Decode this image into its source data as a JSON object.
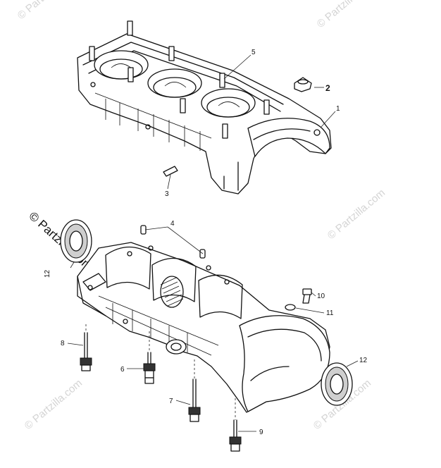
{
  "watermark": {
    "text": "© Partzilla.com",
    "side_text": "© Partzilla.com"
  },
  "callouts": {
    "c1": "1",
    "c2": "2",
    "c3": "3",
    "c4": "4",
    "c5": "5",
    "c6": "6",
    "c7": "7",
    "c8": "8",
    "c9": "9",
    "c10": "10",
    "c11": "11",
    "c12a": "12",
    "c12b": "12"
  }
}
